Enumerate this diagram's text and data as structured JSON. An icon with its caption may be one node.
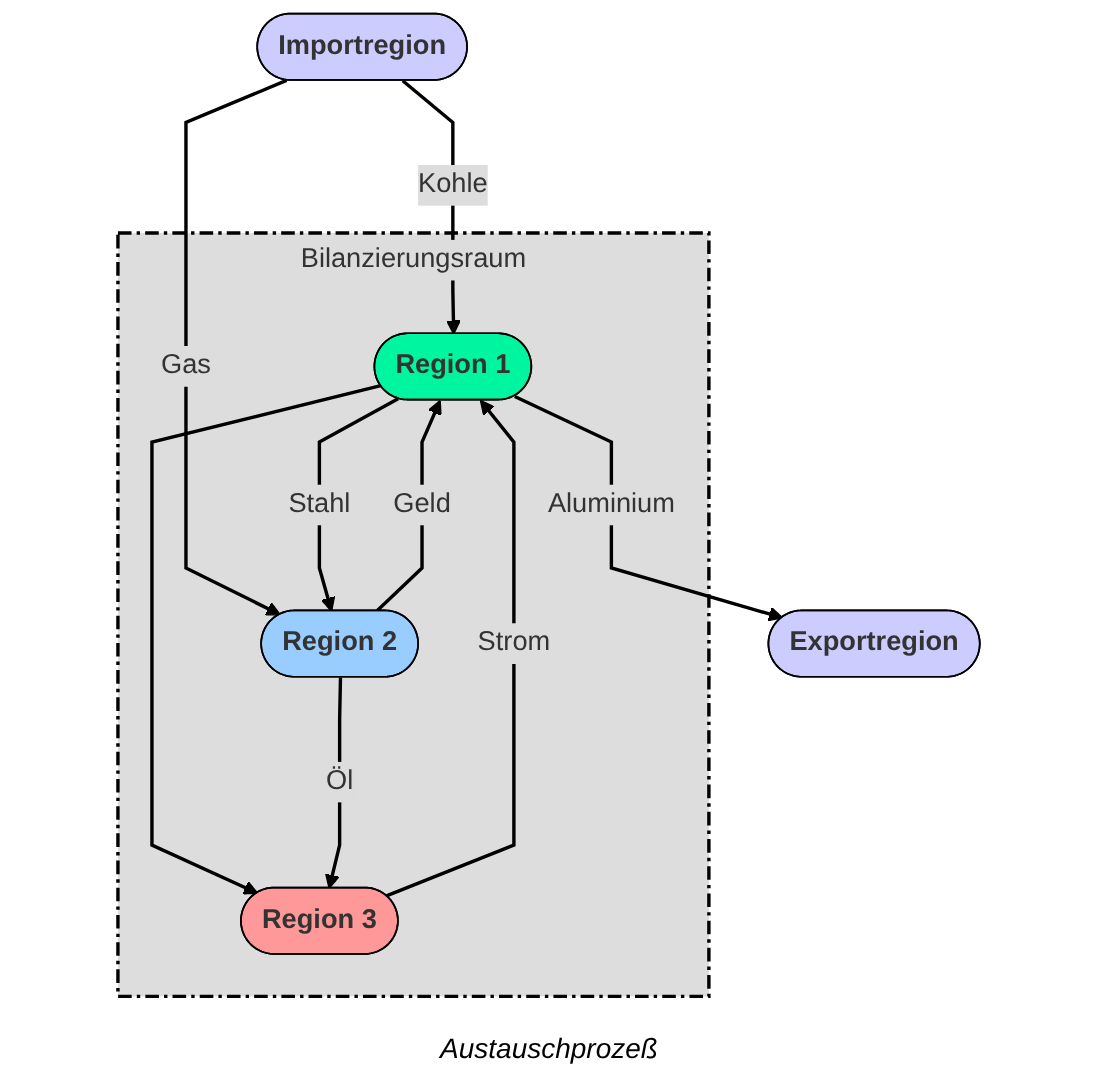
{
  "diagram": {
    "nodes": [
      {
        "text": [
          "Exportregion"
        ]
      },
      {
        "text": [
          "Importregion"
        ]
      },
      {
        "text": [
          "Bilanzierungsraum"
        ]
      },
      {
        "text": [
          "Region 1"
        ],
        "in": 2
      },
      {
        "text": [
          "Region 2"
        ],
        "in": 2
      },
      {
        "text": [
          "Region 3"
        ],
        "in": 2
      }
    ],
    "edges": [
      {
        "from": 3,
        "to": 0,
        "arrow": "to",
        "label": "Aluminium"
      },
      {
        "from": 1,
        "to": 3,
        "arrow": "to",
        "label": "Kohle"
      },
      {
        "from": 1,
        "to": 4,
        "arrow": "to",
        "label": "Gas"
      },
      {
        "from": 3,
        "to": 4,
        "arrow": "to",
        "label": "Stahl"
      },
      {
        "from": 4,
        "to": 3,
        "arrow": "to",
        "label": "Geld"
      },
      {
        "from": 5,
        "to": 3,
        "arrow": "to",
        "label": "Strom"
      },
      {
        "from": 3,
        "to": 5,
        "arrow": "to"
      },
      {
        "from": 4,
        "to": 5,
        "arrow": "to",
        "label": "Öl"
      }
    ],
    "labels": [
      "Austauschprozeß"
    ]
  }
}
